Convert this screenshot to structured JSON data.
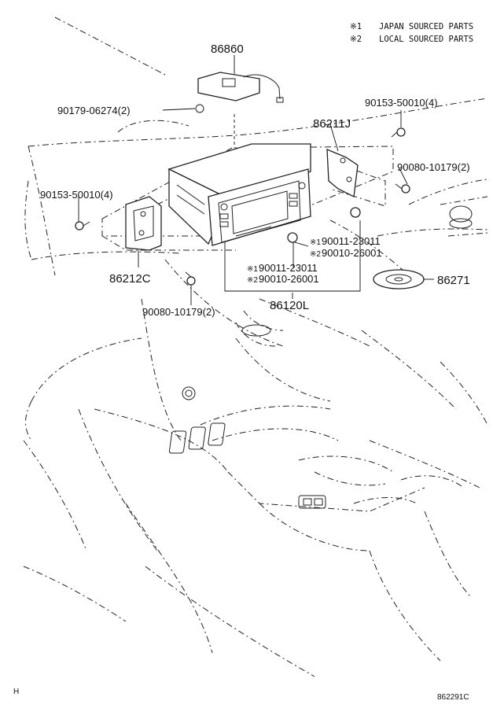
{
  "notes": [
    {
      "mark": "※1",
      "text": "JAPAN SOURCED PARTS"
    },
    {
      "mark": "※2",
      "text": "LOCAL SOURCED PARTS"
    }
  ],
  "parts": {
    "p86860": "86860",
    "p90179": "90179-06274(2)",
    "p90153_right": "90153-50010(4)",
    "p86211J": "86211J",
    "p90080_right": "90080-10179(2)",
    "p90153_left": "90153-50010(4)",
    "p86212C": "86212C",
    "p90080_left": "90080-10179(2)",
    "p86120L": "86120L",
    "p86271": "86271",
    "screw_upper_1": {
      "mark": "※1",
      "num": "90011-23011"
    },
    "screw_upper_2": {
      "mark": "※2",
      "num": "90010-26001"
    },
    "screw_lower_1": {
      "mark": "※1",
      "num": "90011-23011"
    },
    "screw_lower_2": {
      "mark": "※2",
      "num": "90010-26001"
    }
  },
  "footer": {
    "left": "H",
    "right": "862291C"
  }
}
